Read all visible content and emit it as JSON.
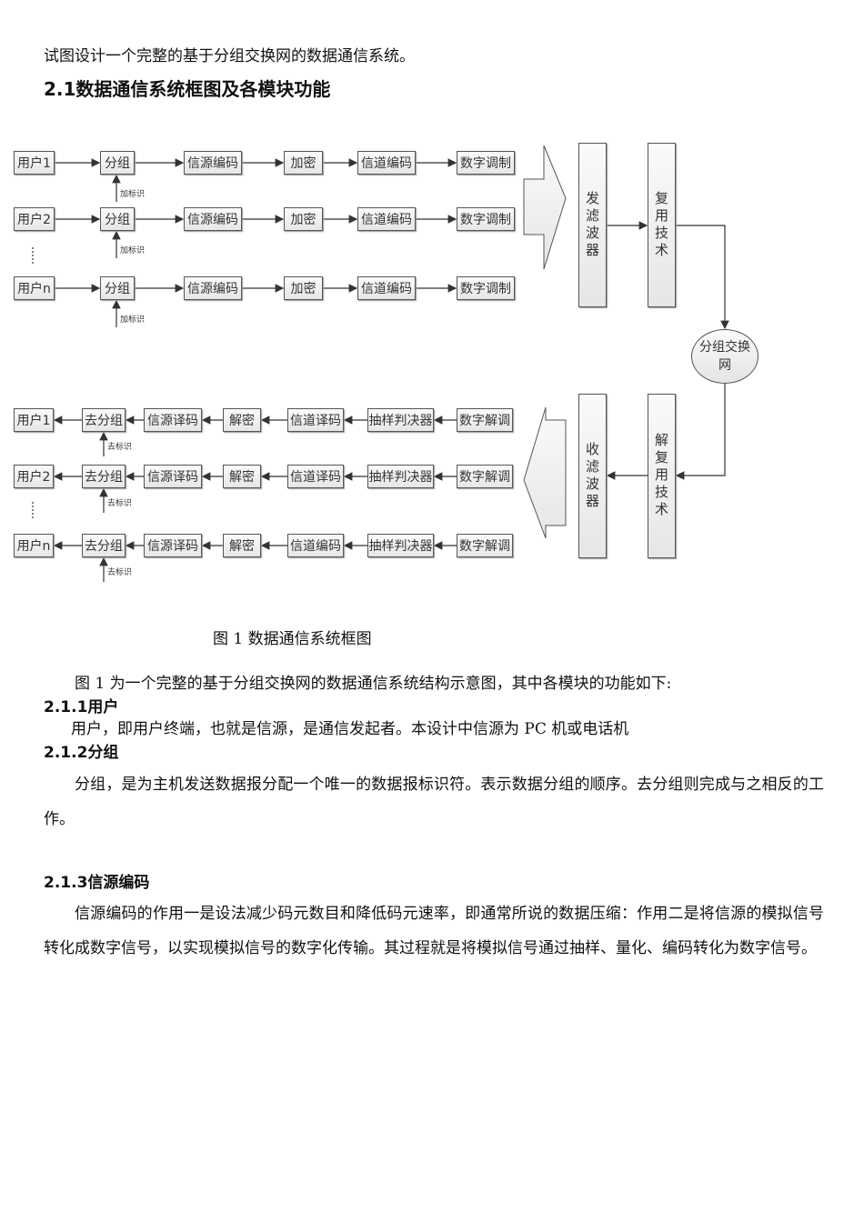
{
  "intro_line": "试图设计一个完整的基于分组交换网的数据通信系统。",
  "section_heading": "2.1数据通信系统框图及各模块功能",
  "diagram": {
    "tx_rows": [
      [
        "用户1",
        "分组",
        "信源编码",
        "加密",
        "信道编码",
        "数字调制"
      ],
      [
        "用户2",
        "分组",
        "信源编码",
        "加密",
        "信道编码",
        "数字调制"
      ],
      [
        "用户n",
        "分组",
        "信源编码",
        "加密",
        "信道编码",
        "数字调制"
      ]
    ],
    "tx_tag": "加标识",
    "rx_rows": [
      [
        "用户1",
        "去分组",
        "信源译码",
        "解密",
        "信道译码",
        "抽样判决器",
        "数字解调"
      ],
      [
        "用户2",
        "去分组",
        "信源译码",
        "解密",
        "信道译码",
        "抽样判决器",
        "数字解调"
      ],
      [
        "用户n",
        "去分组",
        "信源译码",
        "解密",
        "信道编码",
        "抽样判决器",
        "数字解调"
      ]
    ],
    "rx_tag": "去标识",
    "tx_filter": "发滤波器",
    "mux": "复用技术",
    "network": "分组交换网",
    "demux": "解复用技术",
    "rx_filter": "收滤波器"
  },
  "figure_caption": "图 1  数据通信系统框图",
  "figure_intro": "图 1 为一个完整的基于分组交换网的数据通信系统结构示意图，其中各模块的功能如下:",
  "sections": [
    {
      "heading": "2.1.1用户",
      "body": "用户，即用户终端，也就是信源，是通信发起者。本设计中信源为 PC 机或电话机"
    },
    {
      "heading": "2.1.2分组",
      "body": "分组，是为主机发送数据报分配一个唯一的数据报标识符。表示数据分组的顺序。去分组则完成与之相反的工作。"
    },
    {
      "heading": "2.1.3信源编码",
      "body": "信源编码的作用一是设法减少码元数目和降低码元速率，即通常所说的数据压缩：作用二是将信源的模拟信号转化成数字信号，以实现模拟信号的数字化传输。其过程就是将模拟信号通过抽样、量化、编码转化为数字信号。"
    }
  ]
}
